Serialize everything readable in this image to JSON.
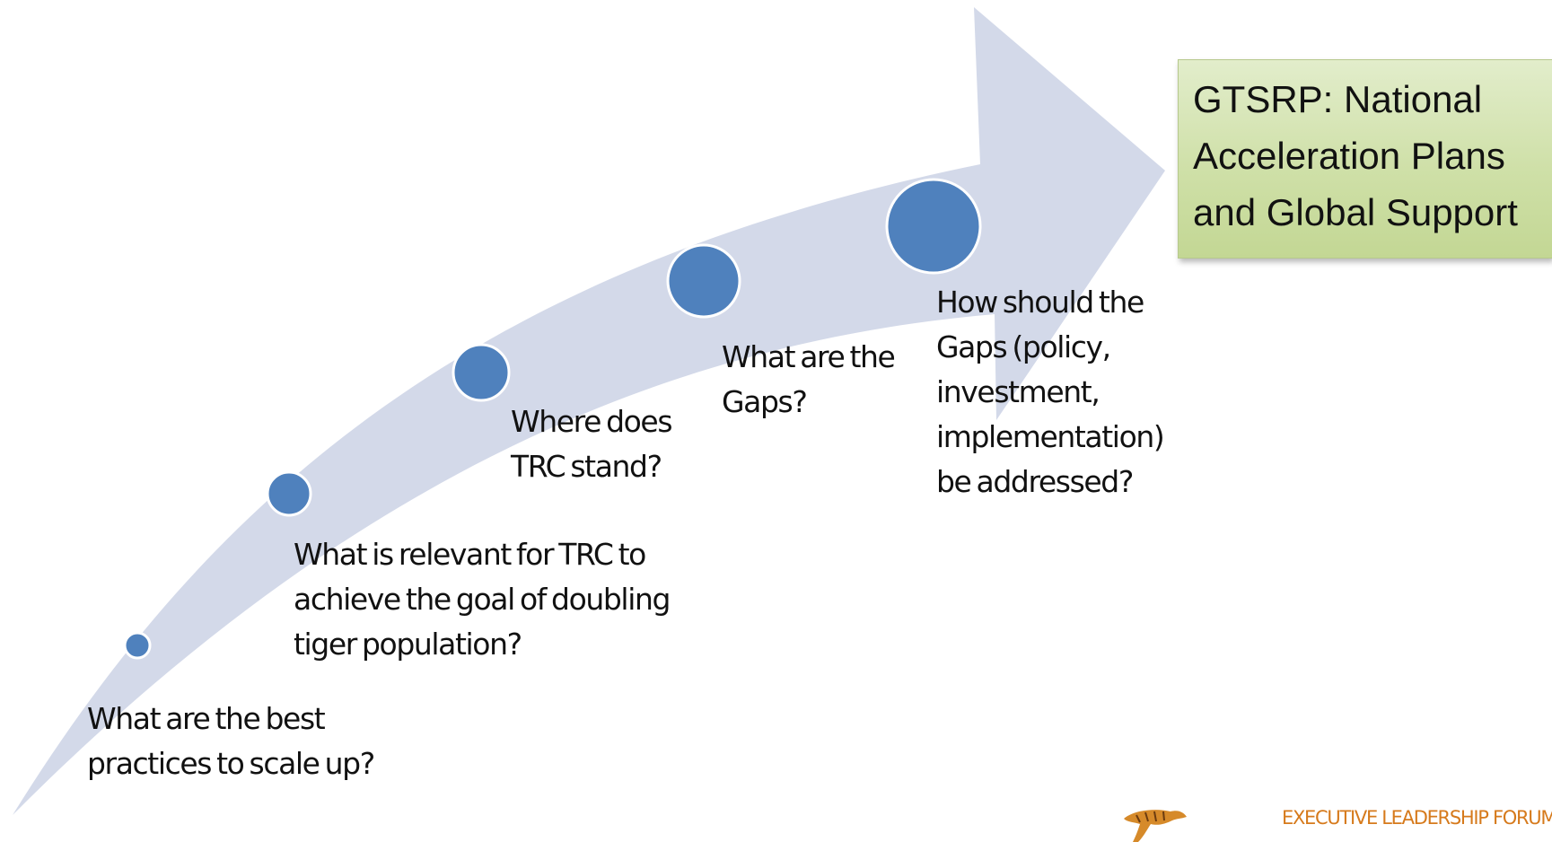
{
  "steps": [
    {
      "lines": [
        "What are the best",
        "practices to scale up?"
      ]
    },
    {
      "lines": [
        "What is relevant for TRC to",
        "achieve the goal of doubling",
        "tiger population?"
      ]
    },
    {
      "lines": [
        "Where does",
        "TRC stand?"
      ]
    },
    {
      "lines": [
        "What are the",
        "Gaps?"
      ]
    },
    {
      "lines": [
        "How should the",
        "Gaps (policy,",
        "investment,",
        "implementation)",
        "be addressed?"
      ]
    }
  ],
  "goal": {
    "lines": [
      "GTSRP: National",
      "Acceleration Plans",
      "and Global Support"
    ]
  },
  "footer": {
    "title": "EXECUTIVE LEADERSHIP FORUM",
    "logo_icon": "tiger-logo-icon"
  },
  "colors": {
    "arrow": "#d3d9e9",
    "circle": "#4f81bd",
    "circle_stroke": "#ffffff",
    "goal_fill": "#d4e4b1",
    "footer_text": "#d67a1c"
  }
}
